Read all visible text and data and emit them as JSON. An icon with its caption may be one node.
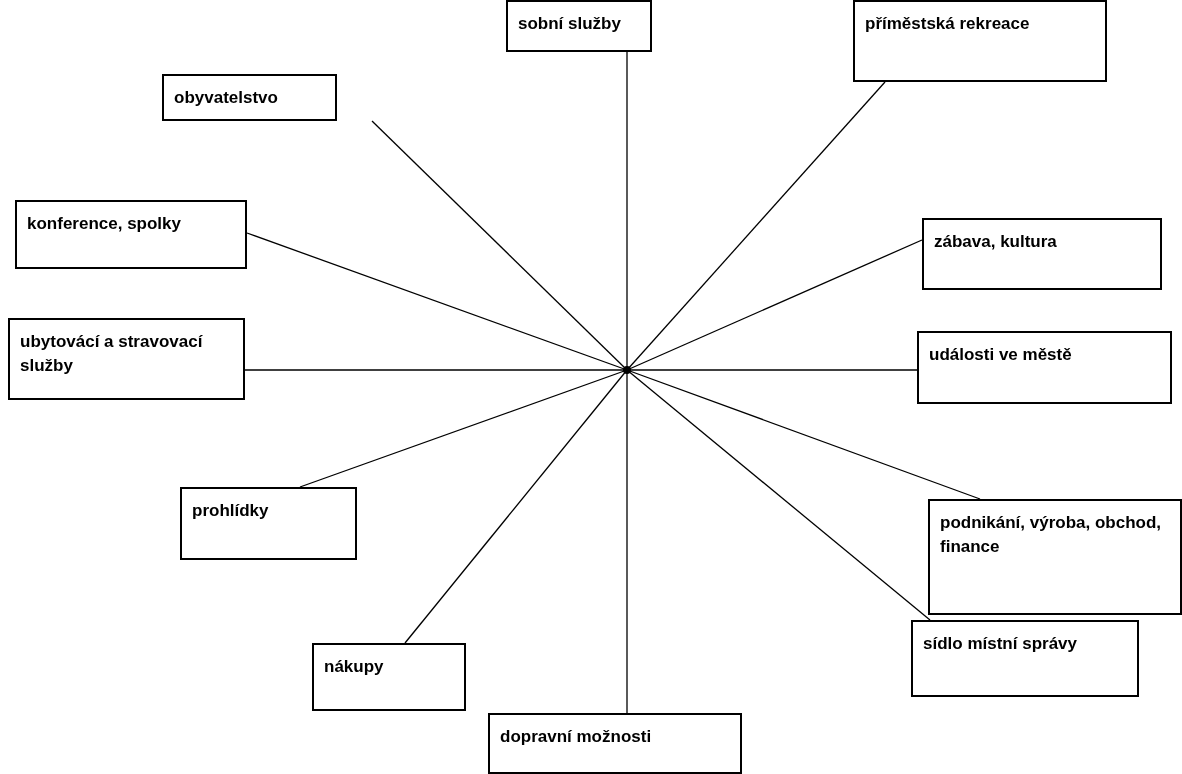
{
  "diagram": {
    "nodes": [
      {
        "text": [
          "sobní služby"
        ]
      },
      {
        "text": [
          "obyvatelstvo"
        ]
      },
      {
        "text": [
          "příměstská rekreace"
        ]
      },
      {
        "text": [
          "konference, spolky"
        ]
      },
      {
        "text": [
          "zábava, kultura"
        ]
      },
      {
        "text": [
          "ubytovácí a stravovací služby"
        ]
      },
      {
        "text": [
          "události ve městě"
        ]
      },
      {
        "text": [
          "prohlídky"
        ]
      },
      {
        "text": [
          "podnikání, výroba, obchod, finance"
        ]
      },
      {
        "text": [
          "nákupy"
        ]
      },
      {
        "text": [
          "sídlo místní správy"
        ]
      },
      {
        "text": [
          "dopravní možnosti"
        ]
      },
      {
        "text": [],
        "shape": "circle"
      }
    ],
    "edges": [
      {
        "from": 12,
        "to": 0,
        "arrow": "none"
      },
      {
        "from": 12,
        "to": 1,
        "arrow": "none"
      },
      {
        "from": 12,
        "to": 2,
        "arrow": "none"
      },
      {
        "from": 12,
        "to": 3,
        "arrow": "none"
      },
      {
        "from": 12,
        "to": 4,
        "arrow": "none"
      },
      {
        "from": 12,
        "to": 5,
        "arrow": "none"
      },
      {
        "from": 12,
        "to": 6,
        "arrow": "none"
      },
      {
        "from": 12,
        "to": 7,
        "arrow": "none"
      },
      {
        "from": 12,
        "to": 8,
        "arrow": "none"
      },
      {
        "from": 12,
        "to": 9,
        "arrow": "none"
      },
      {
        "from": 12,
        "to": 10,
        "arrow": "none"
      },
      {
        "from": 12,
        "to": 11,
        "arrow": "none"
      }
    ]
  }
}
